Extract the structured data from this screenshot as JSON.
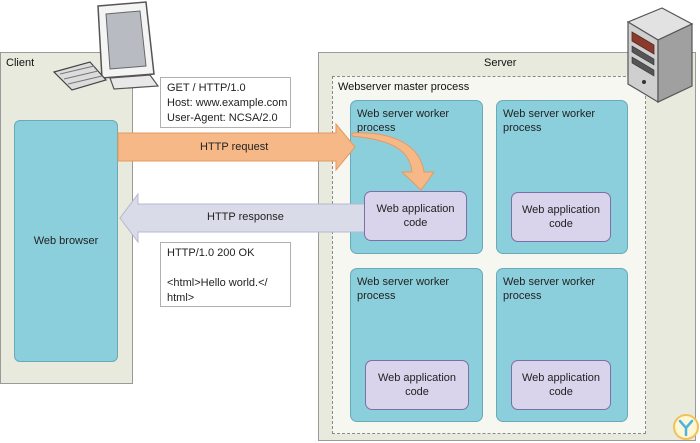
{
  "client": {
    "label": "Client",
    "browser_label": "Web browser"
  },
  "server": {
    "label": "Server",
    "master_label": "Webserver master process"
  },
  "workers": [
    {
      "title": "Web server worker\nprocess",
      "app": "Web application\ncode"
    },
    {
      "title": "Web server worker\nprocess",
      "app": "Web application\ncode"
    },
    {
      "title": "Web server worker\nprocess",
      "app": "Web application\ncode"
    },
    {
      "title": "Web server worker\nprocess",
      "app": "Web application\ncode"
    }
  ],
  "request": {
    "arrow_label": "HTTP request",
    "note": "GET / HTTP/1.0\nHost: www.example.com\nUser-Agent: NCSA/2.0"
  },
  "response": {
    "arrow_label": "HTTP response",
    "note": "HTTP/1.0 200 OK\n\n<html>Hello world.</\nhtml>"
  },
  "colors": {
    "request_arrow": "#f7b888",
    "response_arrow": "#d9dbe8",
    "worker_fill": "#8ccfdc",
    "app_fill": "#d9d3ec",
    "region_fill": "#e8eadd"
  },
  "icons": [
    "computer-icon",
    "server-tower-icon",
    "logo-icon"
  ]
}
